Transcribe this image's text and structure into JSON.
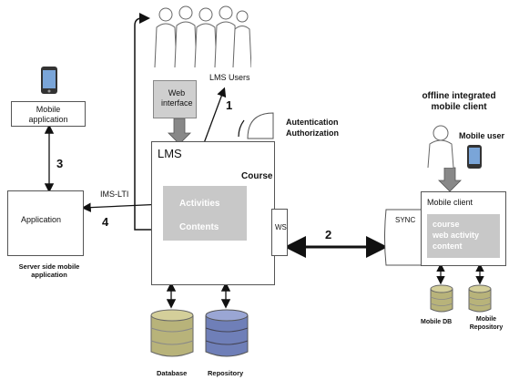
{
  "lms": {
    "title": "LMS",
    "users_label": "LMS Users",
    "web_interface_label": "Web interface",
    "auth_label": "Autentication Authorization",
    "course_label": "Course",
    "activities_label": "Activities",
    "contents_label": "Contents",
    "ws_label": "WS",
    "database_label": "Database",
    "repository_label": "Repository"
  },
  "mobile_app": {
    "label": "Mobile application"
  },
  "server_app": {
    "label": "Application",
    "caption": "Server side mobile application"
  },
  "ims_lti_label": "IMS-LTI",
  "numbers": {
    "n1": "1",
    "n2": "2",
    "n3": "3",
    "n4": "4"
  },
  "offline_client": {
    "title": "offline integrated mobile client",
    "mobile_user_label": "Mobile user",
    "client_label": "Mobile client",
    "sync_label": "SYNC",
    "course_line1": "course",
    "course_line2": "web activity",
    "course_line3": "content",
    "mobile_db_label": "Mobile DB",
    "mobile_repo_label": "Mobile Repository"
  },
  "colors": {
    "db_olive": "#b8b37a",
    "db_blue": "#6f7fb8",
    "gray_block": "#c8c8c8",
    "arrow": "#111111"
  }
}
